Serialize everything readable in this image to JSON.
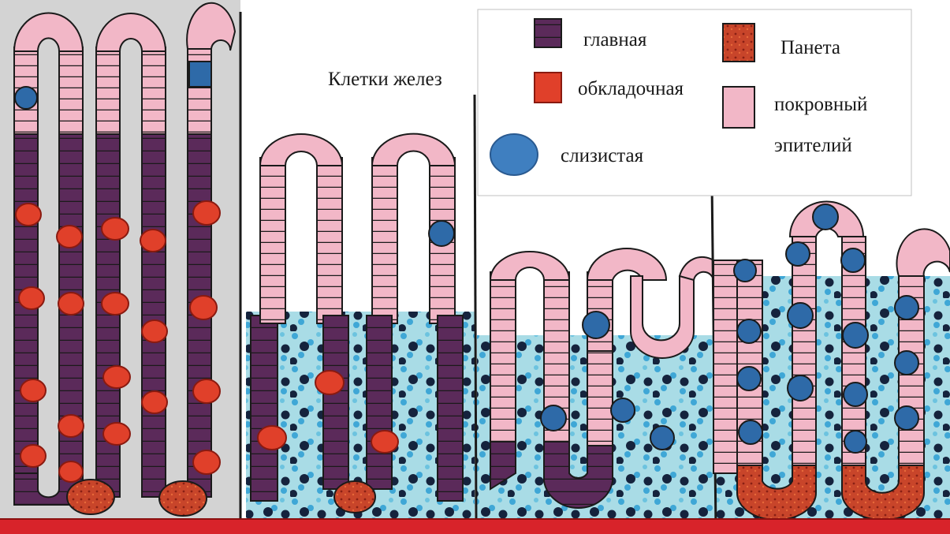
{
  "title": "Клетки желез",
  "legend": {
    "items": [
      {
        "key": "chief",
        "label": "главная",
        "color": "#5b2a5a"
      },
      {
        "key": "parietal",
        "label": "обкладочная",
        "color": "#e0402a"
      },
      {
        "key": "mucous",
        "label": "слизистая",
        "color": "#3f7fc0"
      },
      {
        "key": "paneth",
        "label": "Панета",
        "color": "#c8452a"
      },
      {
        "key": "surface",
        "label_line1": "покровный",
        "label_line2": "эпителий",
        "color": "#f2b7c7"
      }
    ]
  },
  "colors": {
    "lumen_gray": "#d3d3d3",
    "lamina_blue": "#a9dce6",
    "lamina_dot_light": "#3fa7d6",
    "lamina_dot_dark": "#15233d",
    "base_red": "#d8232a",
    "outline": "#1a1a1a"
  }
}
